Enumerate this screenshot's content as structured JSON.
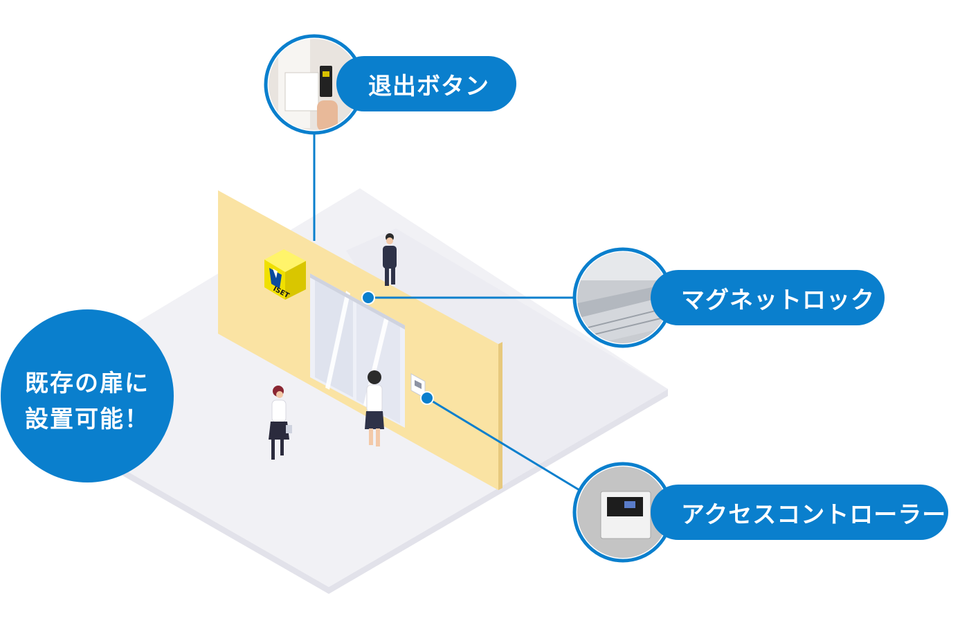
{
  "callouts": {
    "exit_button": "退出ボタン",
    "magnet_lock": "マグネットロック",
    "access_controller": "アクセスコントローラー"
  },
  "badge": {
    "line1": "既存の扉に",
    "line2": "設置可能！"
  },
  "logo_text": "ISET",
  "colors": {
    "accent": "#0a7fcd",
    "wall": "#fae3a3",
    "floor": "#f1f1f5",
    "logo": "#f0e000"
  }
}
